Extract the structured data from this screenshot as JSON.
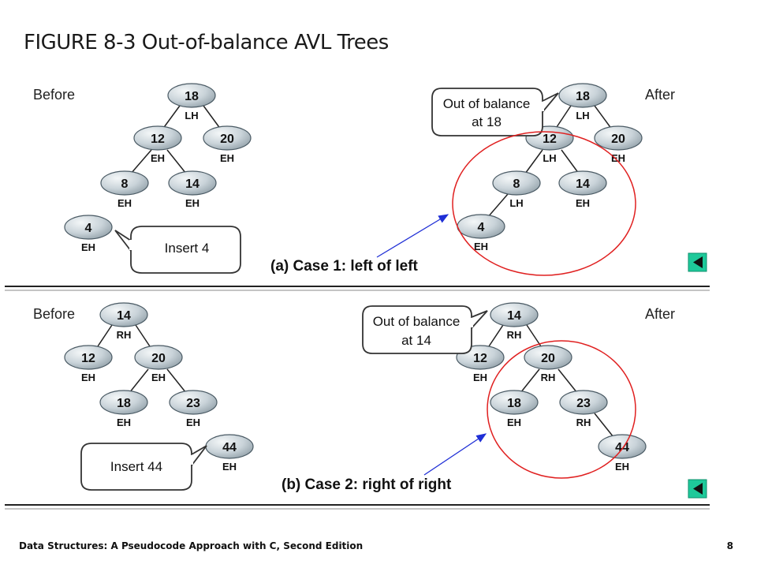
{
  "figure_title": "FIGURE 8-3   Out-of-balance AVL Trees",
  "panel_a": {
    "before_label": "Before",
    "after_label": "After",
    "insert_text": "Insert 4",
    "callout_line1": "Out of balance",
    "callout_line2": "at 18",
    "caption": "(a) Case 1: left of left",
    "before_nodes": [
      {
        "value": "18",
        "balance": "LH"
      },
      {
        "value": "12",
        "balance": "EH"
      },
      {
        "value": "20",
        "balance": "EH"
      },
      {
        "value": "8",
        "balance": "EH"
      },
      {
        "value": "14",
        "balance": "EH"
      },
      {
        "value": "4",
        "balance": "EH"
      }
    ],
    "after_nodes": [
      {
        "value": "18",
        "balance": "LH"
      },
      {
        "value": "12",
        "balance": "LH"
      },
      {
        "value": "20",
        "balance": "EH"
      },
      {
        "value": "8",
        "balance": "LH"
      },
      {
        "value": "14",
        "balance": "EH"
      },
      {
        "value": "4",
        "balance": "EH"
      }
    ]
  },
  "panel_b": {
    "before_label": "Before",
    "after_label": "After",
    "insert_text": "Insert 44",
    "callout_line1": "Out of balance",
    "callout_line2": "at 14",
    "caption": "(b) Case 2: right of right",
    "before_nodes": [
      {
        "value": "14",
        "balance": "RH"
      },
      {
        "value": "12",
        "balance": "EH"
      },
      {
        "value": "20",
        "balance": "EH"
      },
      {
        "value": "18",
        "balance": "EH"
      },
      {
        "value": "23",
        "balance": "EH"
      },
      {
        "value": "44",
        "balance": "EH"
      }
    ],
    "after_nodes": [
      {
        "value": "14",
        "balance": "RH"
      },
      {
        "value": "12",
        "balance": "EH"
      },
      {
        "value": "20",
        "balance": "RH"
      },
      {
        "value": "18",
        "balance": "EH"
      },
      {
        "value": "23",
        "balance": "RH"
      },
      {
        "value": "44",
        "balance": "EH"
      }
    ]
  },
  "footer": {
    "book_title": "Data Structures: A Pseudocode Approach with C, Second Edition",
    "page_number": "8"
  },
  "colors": {
    "node_fill": "#c9d3d9",
    "highlight_circle": "#e02020",
    "arrow": "#1f2fd6",
    "nav_button": "#1ec99a"
  },
  "icons": {
    "nav_button": "triangle-left-icon"
  }
}
